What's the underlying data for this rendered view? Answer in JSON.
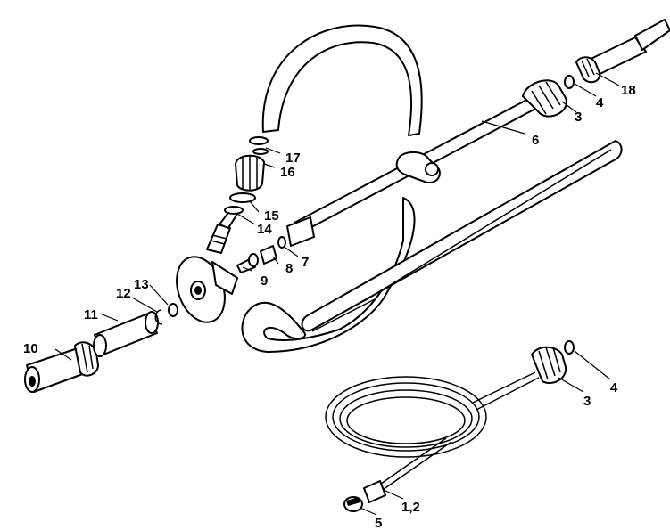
{
  "callouts": {
    "c1": "1,2",
    "c3a": "3",
    "c3b": "3",
    "c4a": "4",
    "c4b": "4",
    "c5": "5",
    "c6": "6",
    "c7": "7",
    "c8": "8",
    "c9": "9",
    "c10": "10",
    "c11": "11",
    "c12": "12",
    "c13": "13",
    "c14": "14",
    "c15": "15",
    "c16": "16",
    "c17": "17",
    "c18": "18"
  }
}
